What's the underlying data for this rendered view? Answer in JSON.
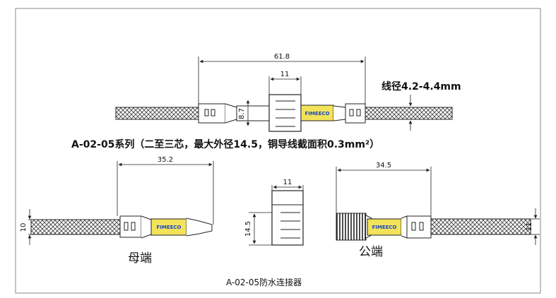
{
  "texts": {
    "top_dim_total": "61.8",
    "top_dim_center": "11",
    "top_dim_height": "8.7",
    "wire_dia_label": "线径4.2-4.4mm",
    "series_desc": "A-02-05系列（二至三芯，最大外径14.5，铜导线截面积0.3mm²）",
    "female_dim_len": "35.2",
    "female_dim_h": "10",
    "female_label": "母端",
    "center_dim_w": "11",
    "center_dim_h": "14.5",
    "male_dim_len": "34.5",
    "male_dim_h": "11",
    "male_label": "公端",
    "caption": "A-02-05防水连接器",
    "logo": "FIMEECO"
  },
  "colors": {
    "line": "#222222",
    "braid": "#444444",
    "logo_fill": "#f2e35a",
    "logo_text": "#1a44c8"
  }
}
